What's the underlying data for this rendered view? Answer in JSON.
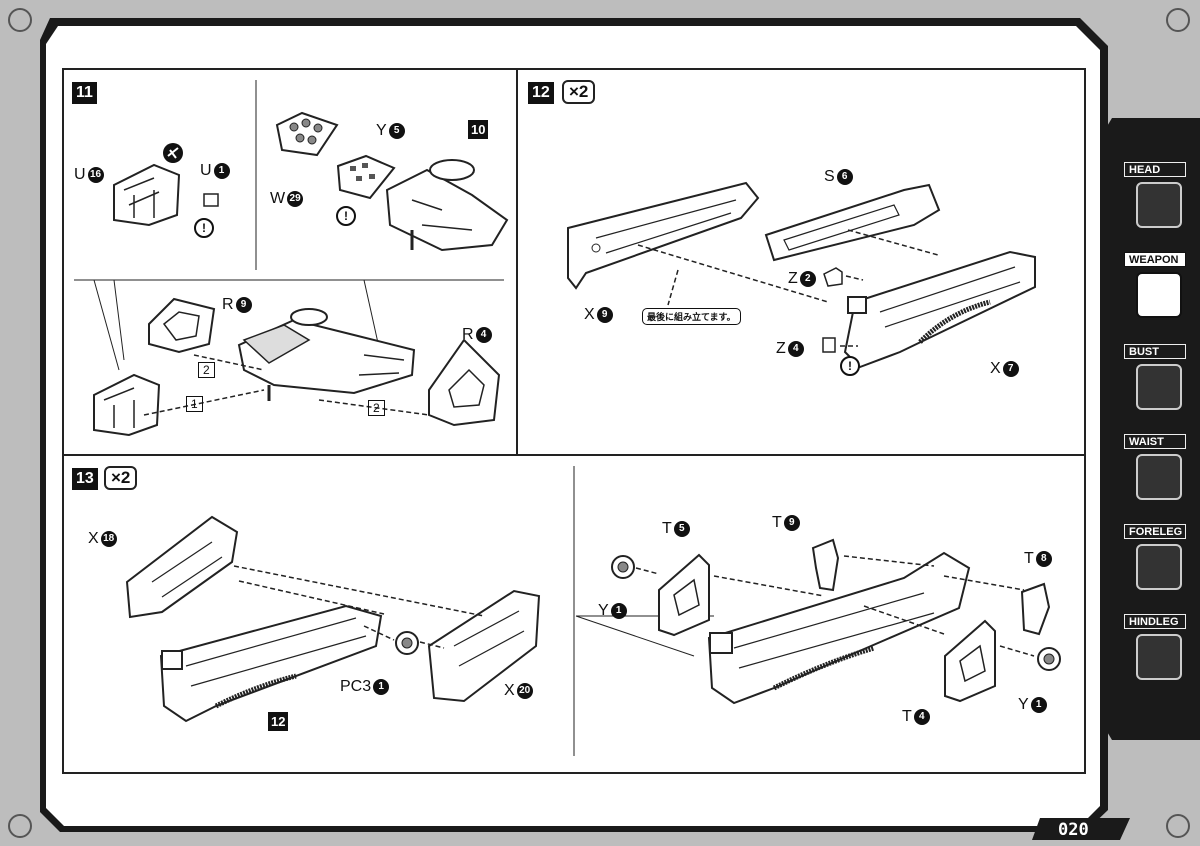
{
  "page_number": "020",
  "steps": [
    {
      "number": "11",
      "multiplier": "",
      "labels": [
        {
          "letter": "U",
          "num": "16"
        },
        {
          "letter": "U",
          "num": "1"
        },
        {
          "letter": "Y",
          "num": "5"
        },
        {
          "letter": "W",
          "num": "29"
        },
        {
          "letter": "R",
          "num": "9"
        },
        {
          "letter": "R",
          "num": "4"
        }
      ],
      "ref": "10",
      "order_marks": [
        "2",
        "1",
        "2"
      ]
    },
    {
      "number": "12",
      "multiplier": "×2",
      "labels": [
        {
          "letter": "S",
          "num": "6"
        },
        {
          "letter": "Z",
          "num": "2"
        },
        {
          "letter": "X",
          "num": "9"
        },
        {
          "letter": "Z",
          "num": "4"
        },
        {
          "letter": "X",
          "num": "7"
        }
      ],
      "note": "最後に組み立てます。"
    },
    {
      "number": "13",
      "multiplier": "×2",
      "labels": [
        {
          "letter": "X",
          "num": "18"
        },
        {
          "letter": "PC3",
          "num": "1"
        },
        {
          "letter": "X",
          "num": "20"
        },
        {
          "letter": "T",
          "num": "5"
        },
        {
          "letter": "T",
          "num": "9"
        },
        {
          "letter": "T",
          "num": "8"
        },
        {
          "letter": "Y",
          "num": "1"
        },
        {
          "letter": "T",
          "num": "4"
        },
        {
          "letter": "Y",
          "num": "1"
        }
      ],
      "ref": "12"
    }
  ],
  "warning_symbol": "!",
  "sidebar": [
    {
      "label": "HEAD",
      "active": false,
      "icon": "head-icon"
    },
    {
      "label": "WEAPON",
      "active": true,
      "icon": "weapon-icon"
    },
    {
      "label": "BUST",
      "active": false,
      "icon": "bust-icon"
    },
    {
      "label": "WAIST",
      "active": false,
      "icon": "waist-icon"
    },
    {
      "label": "FORELEG",
      "active": false,
      "icon": "foreleg-icon"
    },
    {
      "label": "HINDLEG",
      "active": false,
      "icon": "hindleg-icon"
    }
  ]
}
